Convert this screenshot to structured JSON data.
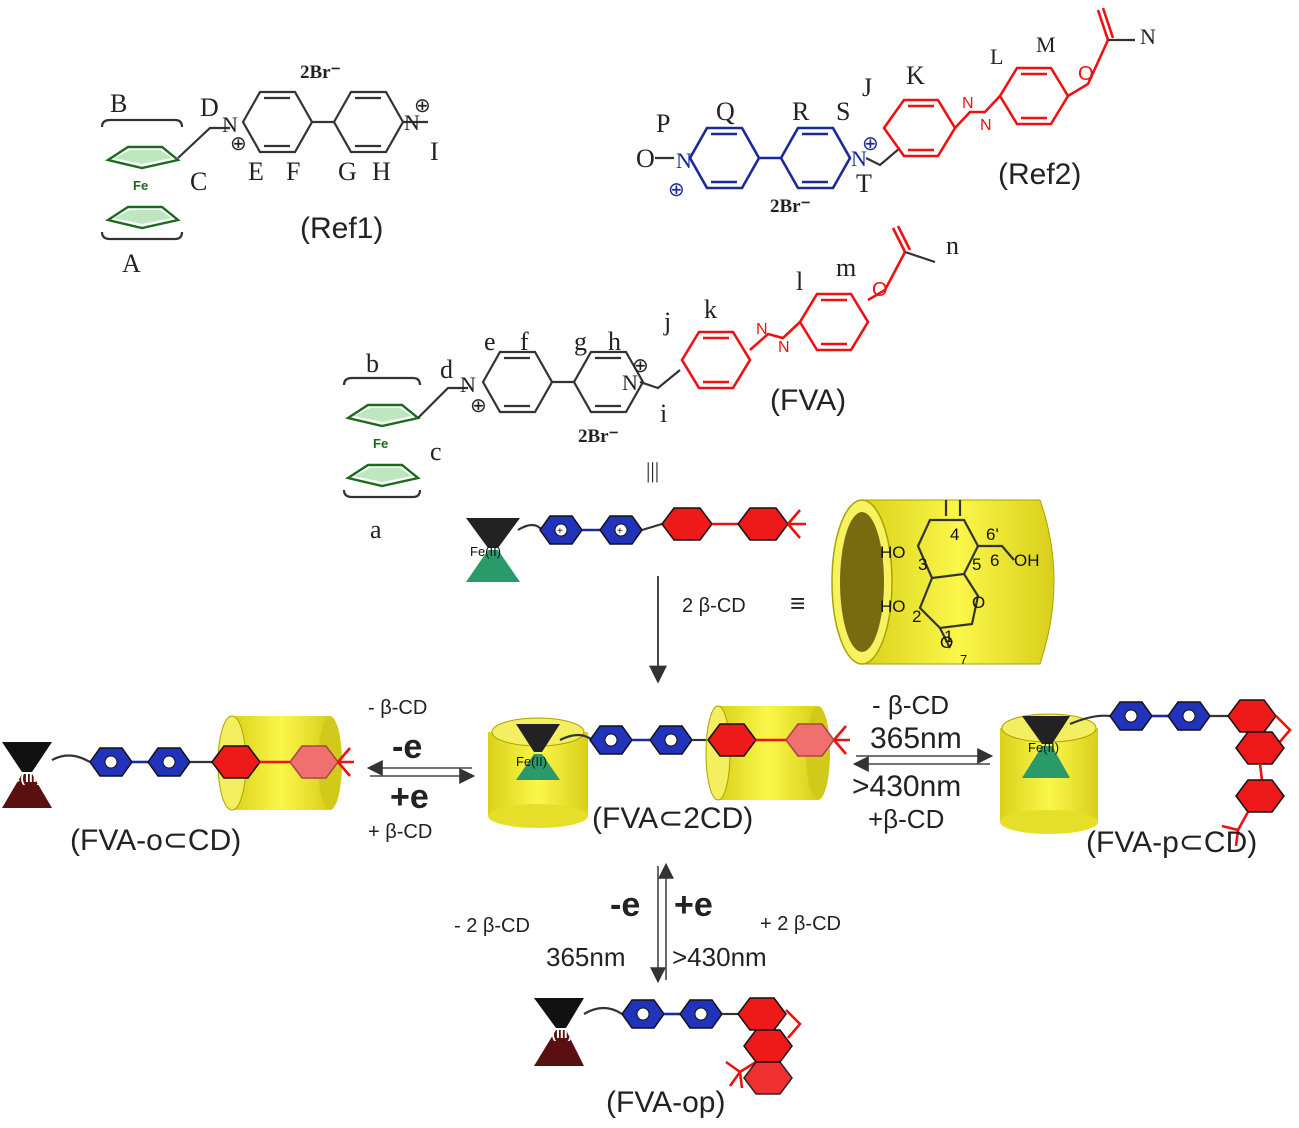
{
  "ref1": {
    "name": "(Ref1)",
    "counterion": "2Br⁻",
    "atom_labels": [
      "A",
      "B",
      "C",
      "D",
      "E",
      "F",
      "G",
      "H",
      "I"
    ],
    "metal": "Fe"
  },
  "ref2": {
    "name": "(Ref2)",
    "counterion": "2Br⁻",
    "atom_labels": [
      "J",
      "K",
      "L",
      "M",
      "N",
      "O",
      "P",
      "Q",
      "R",
      "S",
      "T"
    ]
  },
  "fva": {
    "name": "(FVA)",
    "counterion": "2Br⁻",
    "atom_labels": [
      "a",
      "b",
      "c",
      "d",
      "e",
      "f",
      "g",
      "h",
      "i",
      "j",
      "k",
      "l",
      "m",
      "n"
    ],
    "metal": "Fe",
    "equiv_symbol": "|||"
  },
  "cd_legend": {
    "reagent": "2 β-CD",
    "equiv": "≡",
    "ring_numbers": [
      "1",
      "2",
      "3",
      "4",
      "5",
      "6",
      "6'",
      "7"
    ],
    "oh": [
      "HO",
      "HO",
      "OH"
    ],
    "o": [
      "O",
      "O"
    ]
  },
  "metal_labels": {
    "fe2": "Fe(II)",
    "fe3": "Fe(III)"
  },
  "states": {
    "left": "(FVA-o⊂CD)",
    "center": "(FVA⊂2CD)",
    "right": "(FVA-p⊂CD)",
    "bottom": "(FVA-op)"
  },
  "arrows": {
    "left_top1": "- β-CD",
    "left_top2": "-e",
    "left_bot1": "+e",
    "left_bot2": "+ β-CD",
    "right_top1": "- β-CD",
    "right_top2": "365nm",
    "right_bot1": ">430nm",
    "right_bot2": "+β-CD",
    "down_left1": "-e",
    "down_left2": "- 2 β-CD",
    "down_left3": "365nm",
    "down_right1": "+e",
    "down_right2": "+ 2 β-CD",
    "down_right3": ">430nm"
  },
  "colors": {
    "viologen": "#1a2a9a",
    "azo": "#ee1111",
    "cd": "#f2ee2a",
    "ferrocene": "#1c6a1c"
  }
}
